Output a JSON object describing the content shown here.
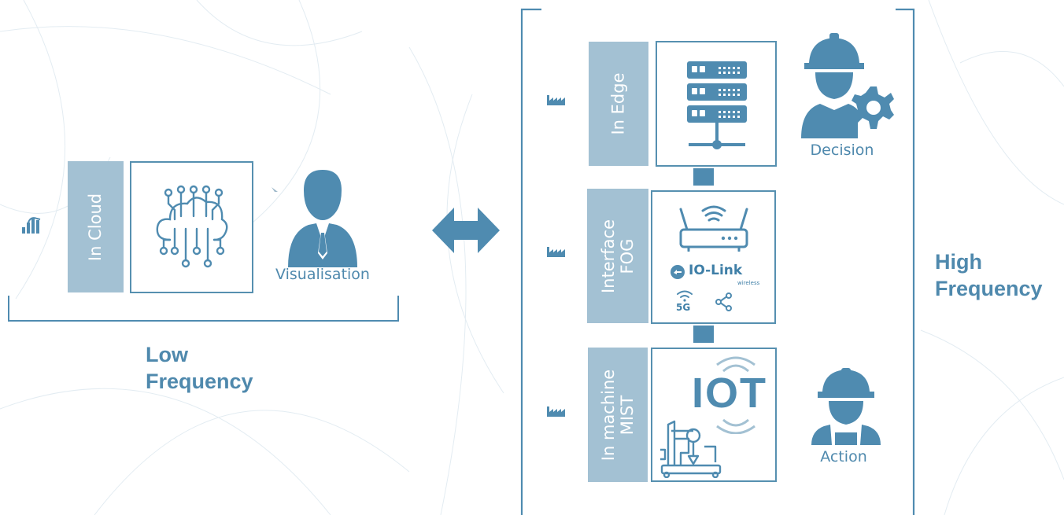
{
  "diagram": {
    "cloud_label": "In Cloud",
    "edge_label": "In Edge",
    "fog_label_line1": "Interface",
    "fog_label_line2": "FOG",
    "mist_label_line1": "In machine",
    "mist_label_line2": "MIST",
    "visualisation_label": "Visualisation",
    "decision_label": "Decision",
    "action_label": "Action",
    "low_frequency_line1": "Low",
    "low_frequency_line2": "Frequency",
    "high_frequency_line1": "High",
    "high_frequency_line2": "Frequency",
    "io_link_text": "IO-Link",
    "io_link_sub": "wireless",
    "five_g_text": "5G",
    "iot_text": "IOT"
  },
  "colors": {
    "primary_blue": "#4f8bb0",
    "label_bg": "#a3c1d3",
    "text_blue": "#4f89ad"
  },
  "icons": [
    "bar-chart-icon",
    "factory-icon",
    "cloud-circuit-icon",
    "server-icon",
    "router-wifi-icon",
    "io-link-icon",
    "5g-icon",
    "share-icon",
    "iot-icon",
    "robot-arm-icon",
    "businessman-icon",
    "engineer-gear-icon",
    "worker-icon",
    "double-arrow-icon"
  ]
}
